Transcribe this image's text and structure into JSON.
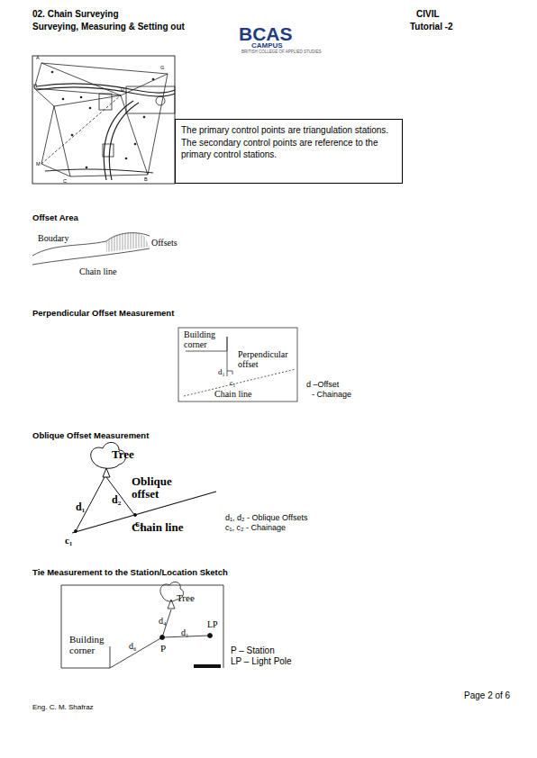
{
  "diagram": {
    "nodes": [
      {
        "text": [
          "The primary control points are triangulation stations. The secondary control points are reference to the primary control stations."
        ]
      }
    ],
    "labels": [
      "02. Chain Surveying",
      "Surveying, Measuring & Setting out",
      "BCAS",
      "CAMPUS",
      "BRITISH COLLEGE OF APPLIED STUDIES",
      "CIVIL",
      "Tutorial -2",
      "A",
      "G",
      "H",
      "D",
      "B",
      "C",
      "M",
      "Offset Area",
      "Boudary",
      "Offsets",
      "Chain line",
      "Perpendicular Offset Measurement",
      "Building corner",
      "Perpendicular offset",
      "d₁",
      "c₁",
      "Chain line",
      "d –Offset",
      "- Chainage",
      "Oblique Offset Measurement",
      "Tree",
      "Oblique offset",
      "d₂",
      "d₁",
      "c₂",
      "Chain line",
      "c₁",
      "d₁, d₂ - Oblique Offsets",
      "c₁, c₂ - Chainage",
      "Tie Measurement to the Station/Location Sketch",
      "Tree",
      "d₄",
      "d₁",
      "LP",
      "Building corner",
      "d₆",
      "P",
      "P – Station",
      "LP – Light Pole",
      "Page 2 of 6",
      "Eng. C. M. Shafraz"
    ]
  }
}
